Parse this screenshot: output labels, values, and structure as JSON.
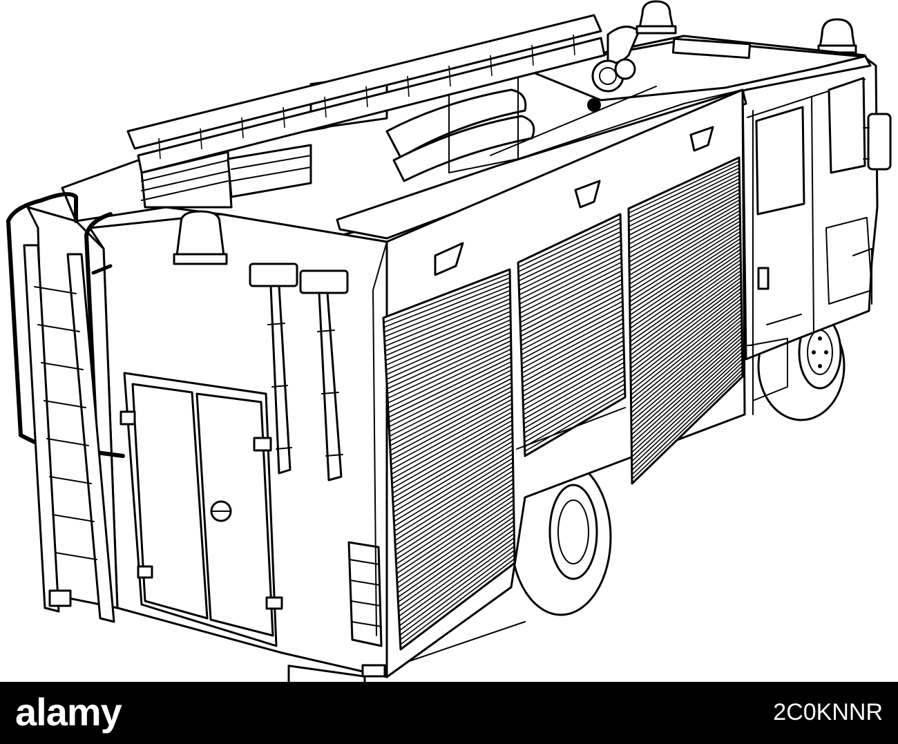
{
  "illustration": {
    "subject": "fire-engine",
    "style": "black line drawing on white"
  },
  "footer": {
    "logo": "alamy",
    "image_id": "2C0KNNR",
    "background_color": "#000000",
    "text_color": "#ffffff"
  }
}
